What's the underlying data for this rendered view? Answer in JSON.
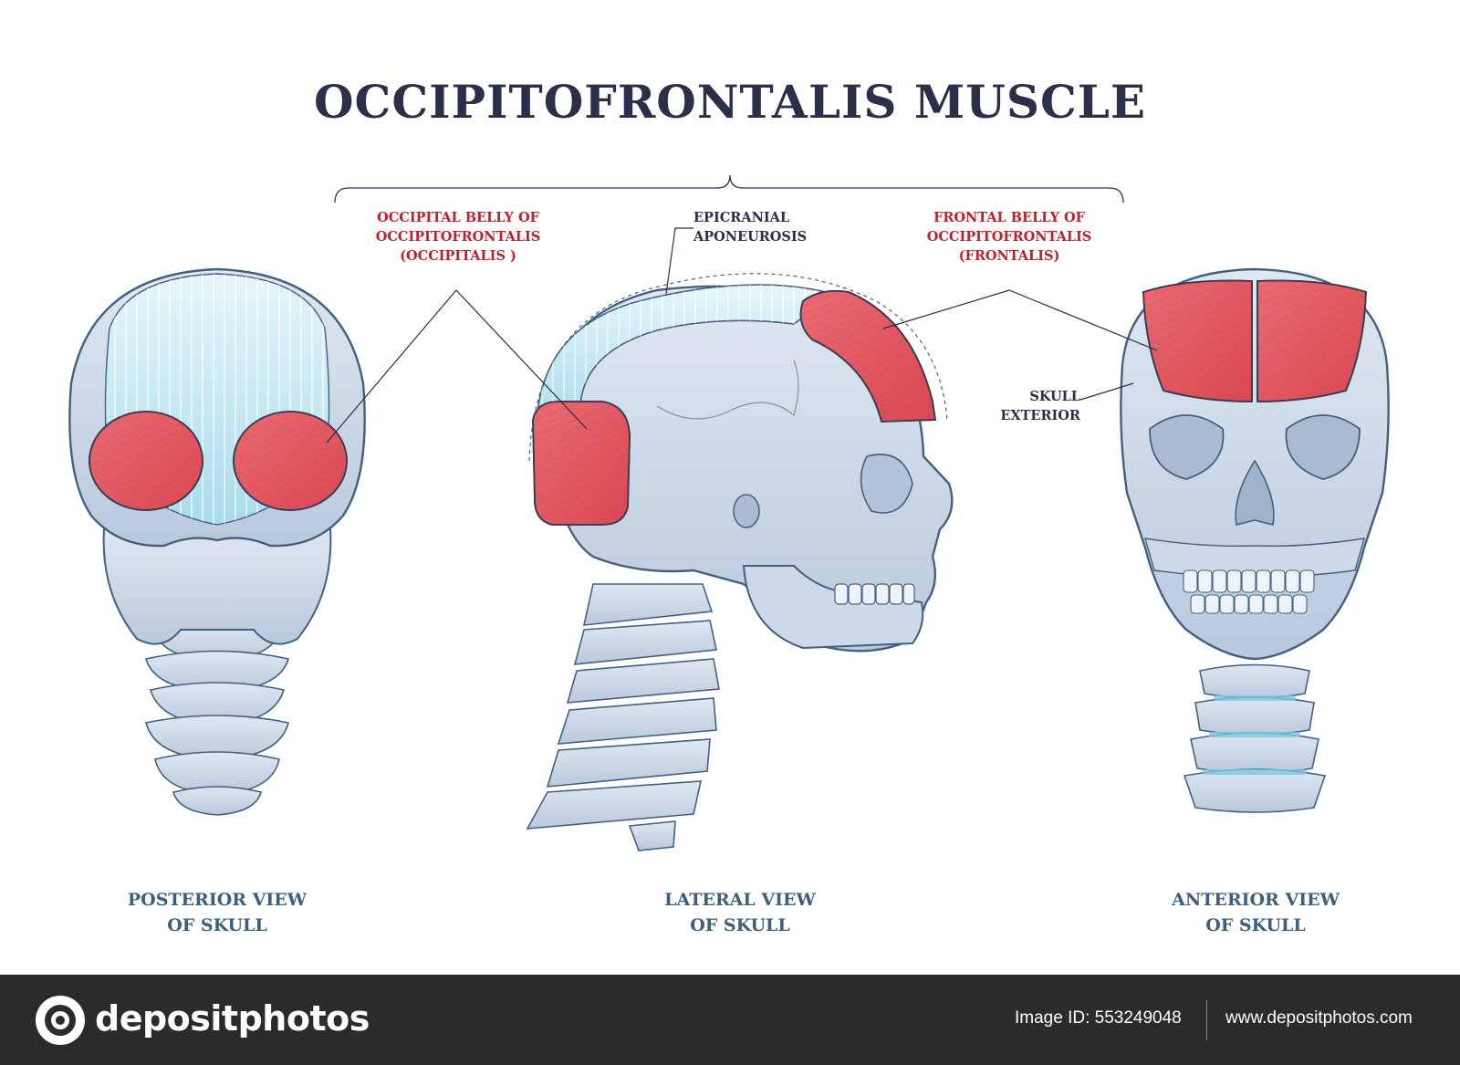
{
  "title": "OCCIPITOFRONTALIS MUSCLE",
  "labels": {
    "occipital": [
      "OCCIPITAL BELLY OF",
      "OCCIPITOFRONTALIS",
      "(OCCIPITALIS )"
    ],
    "epicranial": [
      "EPICRANIAL",
      "APONEUROSIS"
    ],
    "frontal": [
      "FRONTAL BELLY OF",
      "OCCIPITOFRONTALIS",
      "(FRONTALIS)"
    ],
    "skull_exterior": [
      "SKULL",
      "EXTERIOR"
    ]
  },
  "captions": {
    "posterior": [
      "POSTERIOR VIEW",
      "OF SKULL"
    ],
    "lateral": [
      "LATERAL VIEW",
      "OF SKULL"
    ],
    "anterior": [
      "ANTERIOR VIEW",
      "OF SKULL"
    ]
  },
  "footer": {
    "brand": "depositphotos",
    "image_id": "Image ID: 553249048",
    "website": "www.depositphotos.com"
  },
  "colors": {
    "muscle": "#e0505a",
    "bone": "#c9d6e6",
    "aponeurosis": "#bfe6f2",
    "title": "#2b2f4a",
    "label_red": "#c21f2c",
    "caption": "#3d5e7e"
  }
}
